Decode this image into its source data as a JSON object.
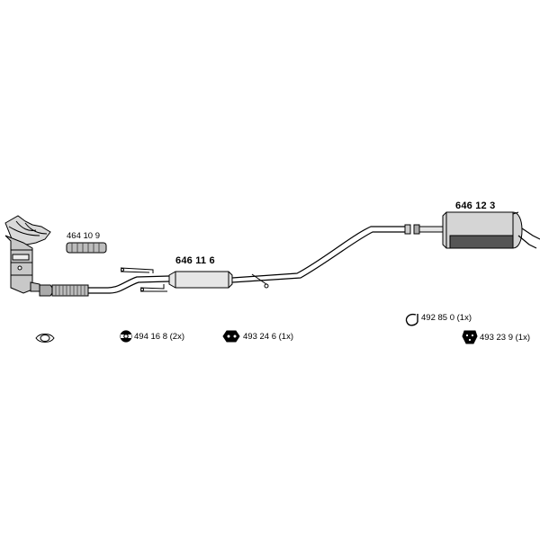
{
  "parts": {
    "center_silencer": "646 11 6",
    "rear_silencer": "646 12 3",
    "flex_pipe": "464 10 9"
  },
  "accessories": {
    "clamp": "492 85 0 (1x)",
    "hanger_round": "494 16 8 (2x)",
    "hanger_double": "493 24 6 (1x)",
    "rubber_mount": "493 23 9 (1x)"
  },
  "colors": {
    "line": "#000000",
    "fill": "#cfcfcf",
    "dark": "#555555"
  }
}
